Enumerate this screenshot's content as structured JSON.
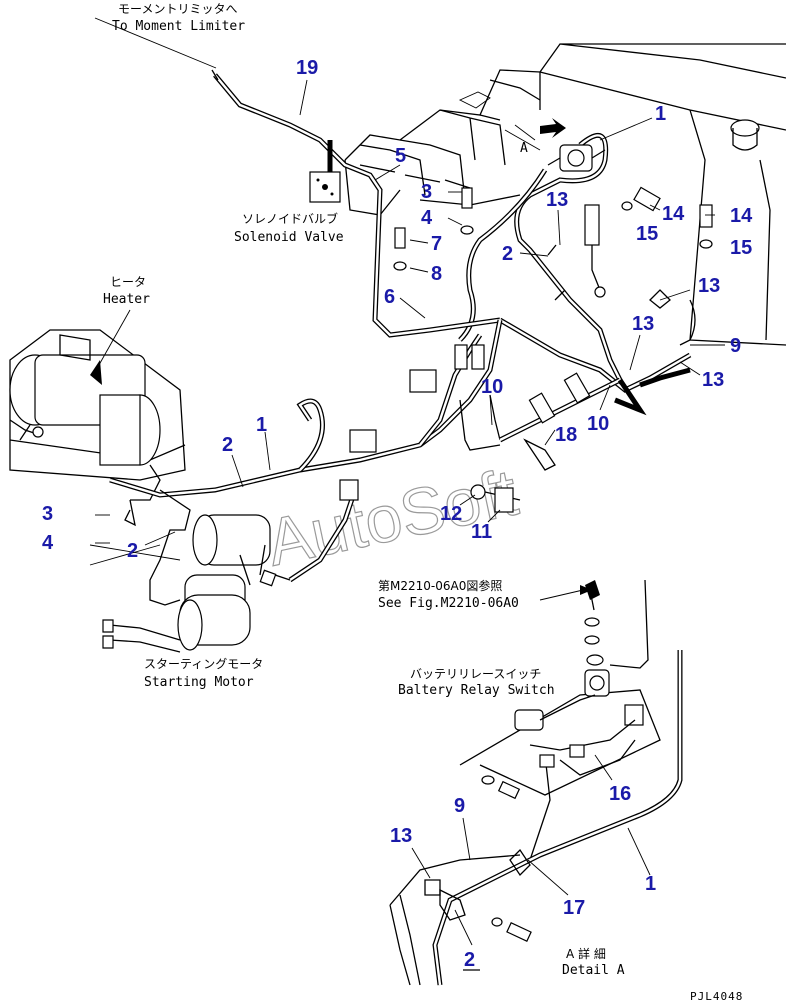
{
  "captions": {
    "moment_limiter_jp": "モーメントリミッタへ",
    "moment_limiter_en": "To Moment Limiter",
    "solenoid_valve_jp": "ソレノイドバルブ",
    "solenoid_valve_en": "Solenoid Valve",
    "heater_jp": "ヒータ",
    "heater_en": "Heater",
    "starting_motor_jp": "スターティングモータ",
    "starting_motor_en": "Starting Motor",
    "see_fig_jp": "第M2210-06A0図参照",
    "see_fig_en": "See Fig.M2210-06A0",
    "battery_relay_jp": "バッテリリレースイッチ",
    "battery_relay_en": "Baltery Relay Switch",
    "detail_jp": "A 詳 細",
    "detail_en": "Detail A",
    "view_letter": "A",
    "drawing_code": "PJL4048"
  },
  "watermark": "AutoSoft",
  "callouts": {
    "c1a": "1",
    "c1b": "1",
    "c1c": "1",
    "c2a": "2",
    "c2b": "2",
    "c2c": "2",
    "c2d": "2",
    "c3a": "3",
    "c3b": "3",
    "c4a": "4",
    "c4b": "4",
    "c5": "5",
    "c6": "6",
    "c7": "7",
    "c8": "8",
    "c9a": "9",
    "c9b": "9",
    "c10a": "10",
    "c10b": "10",
    "c11": "11",
    "c12": "12",
    "c13a": "13",
    "c13b": "13",
    "c13c": "13",
    "c13d": "13",
    "c13e": "13",
    "c14a": "14",
    "c14b": "14",
    "c15a": "15",
    "c15b": "15",
    "c16": "16",
    "c17": "17",
    "c18": "18",
    "c19": "19"
  },
  "colors": {
    "callout": "#1a1aa8",
    "line": "#000000",
    "watermark": "#9a9a9a"
  }
}
